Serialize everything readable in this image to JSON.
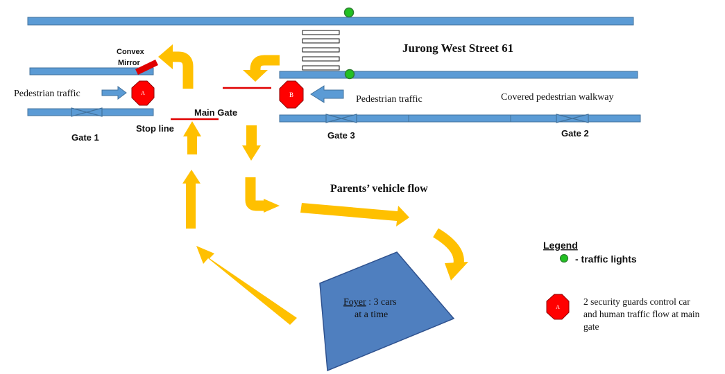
{
  "street_name": "Jurong West Street 61",
  "convex_mirror_label_line1": "Convex",
  "convex_mirror_label_line2": "Mirror",
  "pedestrian_traffic_left": "Pedestrian traffic",
  "pedestrian_traffic_right": "Pedestrian traffic",
  "covered_walkway": "Covered pedestrian walkway",
  "main_gate": "Main Gate",
  "stop_line": "Stop line",
  "gate_1": "Gate 1",
  "gate_2": "Gate 2",
  "gate_3": "Gate 3",
  "guard_a": "A",
  "guard_b": "B",
  "vehicle_flow_title": "Parents’ vehicle flow",
  "foyer_label": "Foyer",
  "foyer_text_line1": " : 3 cars",
  "foyer_text_line2": "at a time",
  "legend": {
    "title": "Legend",
    "traffic_lights": "- traffic lights",
    "guard_symbol": "A",
    "guards_line1": "2 security guards control car",
    "guards_line2": "and human traffic flow at main",
    "guards_line3": "gate"
  },
  "colors": {
    "road": "#5B9BD5",
    "road_border": "#41719C",
    "arrow": "#FFC000",
    "stop_line": "#E00000",
    "guard": "#FF0000",
    "traffic_light": "#22C022",
    "foyer": "#4F7FBF",
    "foyer_border": "#2F528F"
  }
}
